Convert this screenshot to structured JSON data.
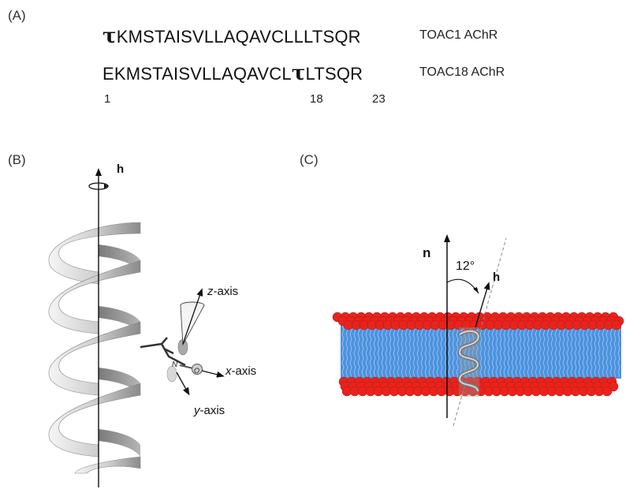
{
  "panel_a": {
    "label": "(A)",
    "seq1": {
      "tau": "τ",
      "rest": "KMSTAISVLLAQAVCLLLTSQR",
      "name": "TOAC1  AChR"
    },
    "seq2": {
      "pre": "EKMSTAISVLLAQAVCL",
      "tau": "τ",
      "post": "LTSQR",
      "name": "TOAC18 AChR"
    },
    "positions": [
      "1",
      "18",
      "23"
    ]
  },
  "panel_b": {
    "label": "(B)",
    "h_label": "h",
    "n_label": "N",
    "o_label": "O",
    "z_axis": {
      "italic": "z",
      "rest": "-axis"
    },
    "x_axis": {
      "italic": "x",
      "rest": "-axis"
    },
    "y_axis": {
      "italic": "y",
      "rest": "-axis"
    }
  },
  "panel_c": {
    "label": "(C)",
    "n_label": "n",
    "h_label": "h",
    "angle": "12°"
  },
  "colors": {
    "headgroup": "#e8231c",
    "tail": "#2f7fd8",
    "helix": "#b8b8b8"
  }
}
